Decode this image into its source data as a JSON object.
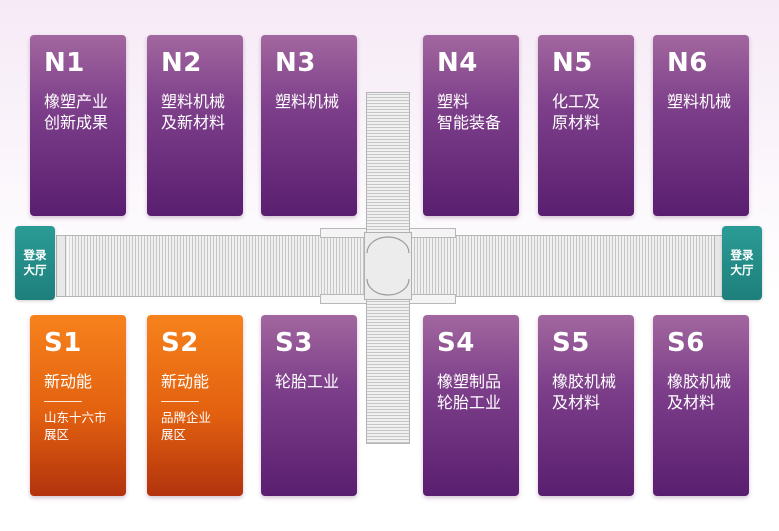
{
  "halls_north": [
    {
      "code": "N1",
      "desc": "橡塑产业\n创新成果",
      "subtitle": "",
      "color": "#7a3c86"
    },
    {
      "code": "N2",
      "desc": "塑料机械\n及新材料",
      "subtitle": "",
      "color": "#7a3c86"
    },
    {
      "code": "N3",
      "desc": "塑料机械",
      "subtitle": "",
      "color": "#7a3c86"
    },
    {
      "code": "N4",
      "desc": "塑料\n智能装备",
      "subtitle": "",
      "color": "#7a3c86"
    },
    {
      "code": "N5",
      "desc": "化工及\n原材料",
      "subtitle": "",
      "color": "#7a3c86"
    },
    {
      "code": "N6",
      "desc": "塑料机械",
      "subtitle": "",
      "color": "#7a3c86"
    }
  ],
  "halls_south": [
    {
      "code": "S1",
      "desc": "新动能",
      "subtitle": "山东十六市\n展区",
      "color": "#e8650f"
    },
    {
      "code": "S2",
      "desc": "新动能",
      "subtitle": "品牌企业\n展区",
      "color": "#e8650f"
    },
    {
      "code": "S3",
      "desc": "轮胎工业",
      "subtitle": "",
      "color": "#7a3c86"
    },
    {
      "code": "S4",
      "desc": "橡塑制品\n轮胎工业",
      "subtitle": "",
      "color": "#7a3c86"
    },
    {
      "code": "S5",
      "desc": "橡胶机械\n及材料",
      "subtitle": "",
      "color": "#7a3c86"
    },
    {
      "code": "S6",
      "desc": "橡胶机械\n及材料",
      "subtitle": "",
      "color": "#7a3c86"
    }
  ],
  "lobbies": {
    "west": "登录\n大厅",
    "east": "登录\n大厅",
    "color": "#258c88"
  }
}
